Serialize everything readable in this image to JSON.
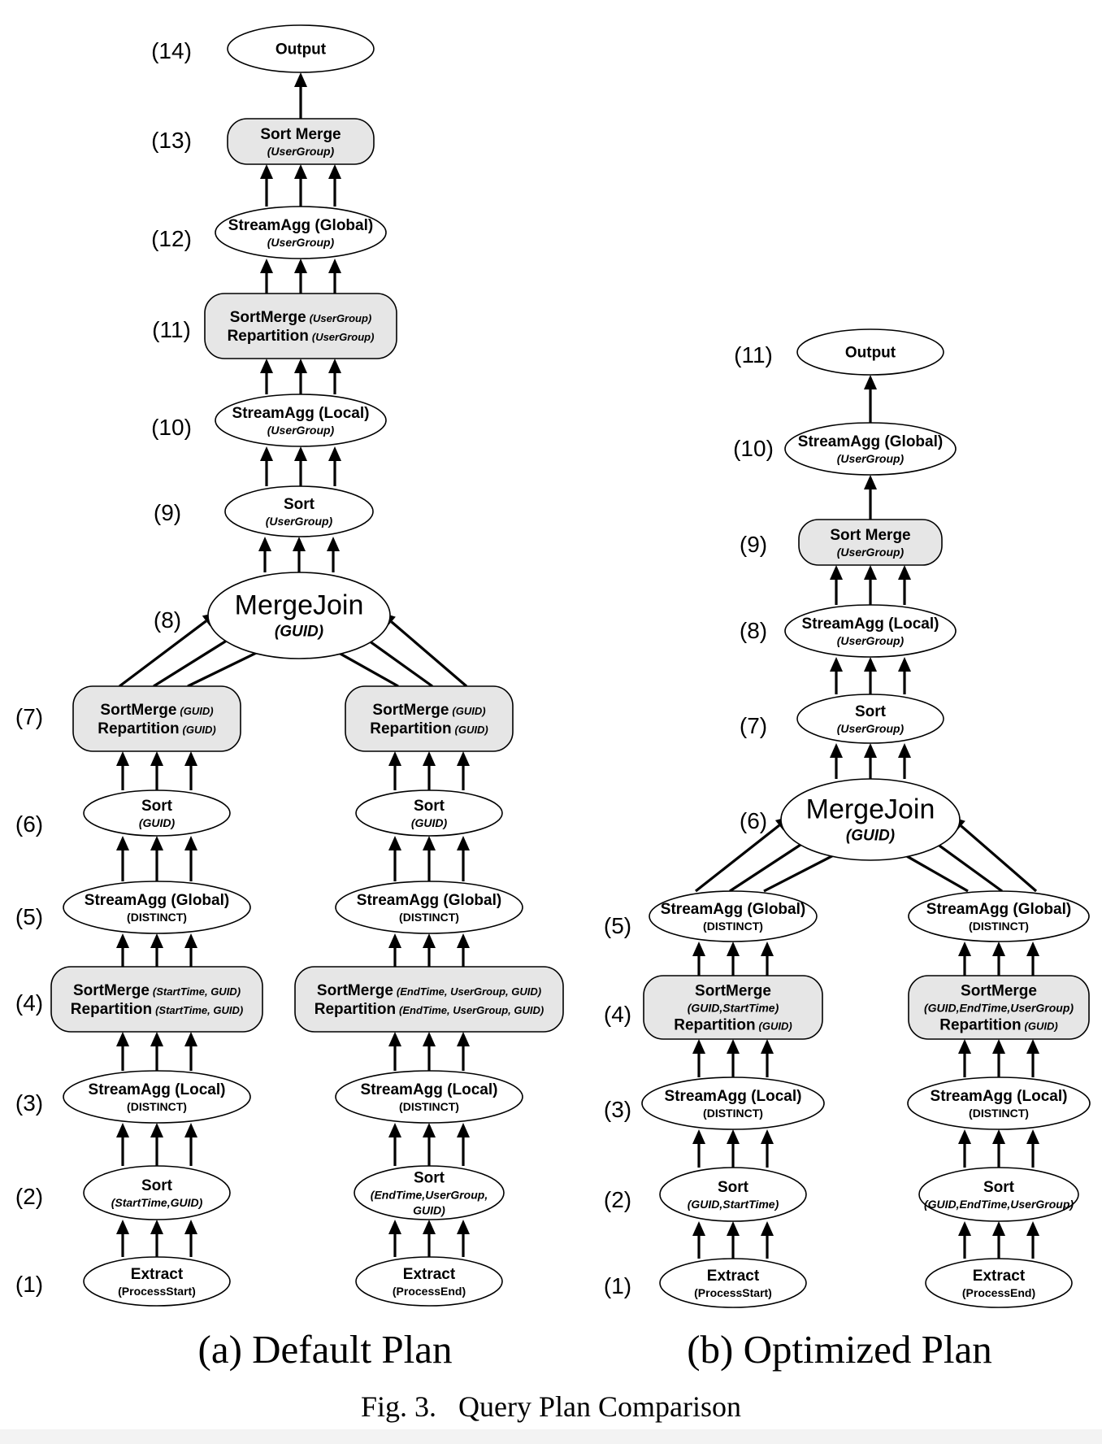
{
  "figure": {
    "caption": "Fig. 3.   Query Plan Comparison",
    "panels": [
      {
        "id": "a",
        "caption": "(a) Default Plan",
        "levels": [
          "(14)",
          "(13)",
          "(12)",
          "(11)",
          "(10)",
          "(9)",
          "(8)",
          "(7)",
          "(6)",
          "(5)",
          "(4)",
          "(3)",
          "(2)",
          "(1)"
        ],
        "nodes": [
          {
            "id": "a-output",
            "shape": "ellipse",
            "lines": [
              {
                "text": "Output",
                "style": "main"
              }
            ]
          },
          {
            "id": "a-sortmerge-top",
            "shape": "rect",
            "lines": [
              {
                "text": "Sort Merge",
                "style": "main"
              },
              {
                "text": "(UserGroup)",
                "style": "sub"
              }
            ]
          },
          {
            "id": "a-streamagg-global",
            "shape": "ellipse",
            "lines": [
              {
                "text": "StreamAgg (Global)",
                "style": "main"
              },
              {
                "text": "(UserGroup)",
                "style": "sub"
              }
            ]
          },
          {
            "id": "a-repartition-ug",
            "shape": "rect",
            "lines": [
              {
                "text": "SortMerge",
                "style": "main",
                "suffix": "(UserGroup)"
              },
              {
                "text": "Repartition",
                "style": "main",
                "suffix": "(UserGroup)"
              }
            ]
          },
          {
            "id": "a-streamagg-local",
            "shape": "ellipse",
            "lines": [
              {
                "text": "StreamAgg (Local)",
                "style": "main"
              },
              {
                "text": "(UserGroup)",
                "style": "sub"
              }
            ]
          },
          {
            "id": "a-sort-ug",
            "shape": "ellipse",
            "lines": [
              {
                "text": "Sort",
                "style": "main"
              },
              {
                "text": "(UserGroup)",
                "style": "sub"
              }
            ]
          },
          {
            "id": "a-mergejoin",
            "shape": "ellipse",
            "lines": [
              {
                "text": "MergeJoin",
                "style": "big"
              },
              {
                "text": "(GUID)",
                "style": "subbig"
              }
            ]
          },
          {
            "id": "a-l-repart",
            "shape": "rect",
            "lines": [
              {
                "text": "SortMerge",
                "style": "main",
                "suffix": "(GUID)"
              },
              {
                "text": "Repartition",
                "style": "main",
                "suffix": "(GUID)"
              }
            ]
          },
          {
            "id": "a-r-repart",
            "shape": "rect",
            "lines": [
              {
                "text": "SortMerge",
                "style": "main",
                "suffix": "(GUID)"
              },
              {
                "text": "Repartition",
                "style": "main",
                "suffix": "(GUID)"
              }
            ]
          },
          {
            "id": "a-l-sort-guid",
            "shape": "ellipse",
            "lines": [
              {
                "text": "Sort",
                "style": "main"
              },
              {
                "text": "(GUID)",
                "style": "sub"
              }
            ]
          },
          {
            "id": "a-r-sort-guid",
            "shape": "ellipse",
            "lines": [
              {
                "text": "Sort",
                "style": "main"
              },
              {
                "text": "(GUID)",
                "style": "sub"
              }
            ]
          },
          {
            "id": "a-l-sa-global",
            "shape": "ellipse",
            "lines": [
              {
                "text": "StreamAgg (Global)",
                "style": "main"
              },
              {
                "text": "(DISTINCT)",
                "style": "paren"
              }
            ]
          },
          {
            "id": "a-r-sa-global",
            "shape": "ellipse",
            "lines": [
              {
                "text": "StreamAgg (Global)",
                "style": "main"
              },
              {
                "text": "(DISTINCT)",
                "style": "paren"
              }
            ]
          },
          {
            "id": "a-l-sm4",
            "shape": "rect",
            "lines": [
              {
                "text": "SortMerge",
                "style": "main",
                "suffix": "(StartTime, GUID)"
              },
              {
                "text": "Repartition",
                "style": "main",
                "suffix": "(StartTime, GUID)"
              }
            ]
          },
          {
            "id": "a-r-sm4",
            "shape": "rect",
            "lines": [
              {
                "text": "SortMerge",
                "style": "main",
                "suffix": "(EndTime, UserGroup, GUID)"
              },
              {
                "text": "Repartition",
                "style": "main",
                "suffix": "(EndTime, UserGroup, GUID)"
              }
            ]
          },
          {
            "id": "a-l-sa-local",
            "shape": "ellipse",
            "lines": [
              {
                "text": "StreamAgg (Local)",
                "style": "main"
              },
              {
                "text": "(DISTINCT)",
                "style": "paren"
              }
            ]
          },
          {
            "id": "a-r-sa-local",
            "shape": "ellipse",
            "lines": [
              {
                "text": "StreamAgg (Local)",
                "style": "main"
              },
              {
                "text": "(DISTINCT)",
                "style": "paren"
              }
            ]
          },
          {
            "id": "a-l-sort2",
            "shape": "ellipse",
            "lines": [
              {
                "text": "Sort",
                "style": "main"
              },
              {
                "text": "(StartTime,GUID)",
                "style": "sub"
              }
            ]
          },
          {
            "id": "a-r-sort2",
            "shape": "ellipse",
            "lines": [
              {
                "text": "Sort",
                "style": "main"
              },
              {
                "text": "(EndTime,UserGroup,",
                "style": "sub"
              },
              {
                "text": "GUID)",
                "style": "sub"
              }
            ]
          },
          {
            "id": "a-l-extract",
            "shape": "ellipse",
            "lines": [
              {
                "text": "Extract",
                "style": "main"
              },
              {
                "text": "(ProcessStart)",
                "style": "paren"
              }
            ]
          },
          {
            "id": "a-r-extract",
            "shape": "ellipse",
            "lines": [
              {
                "text": "Extract",
                "style": "main"
              },
              {
                "text": "(ProcessEnd)",
                "style": "paren"
              }
            ]
          }
        ],
        "edges": [
          {
            "from": "a-sortmerge-top",
            "to": "a-output"
          },
          {
            "from": "a-streamagg-global",
            "to": "a-sortmerge-top"
          },
          {
            "from": "a-repartition-ug",
            "to": "a-streamagg-global"
          },
          {
            "from": "a-streamagg-local",
            "to": "a-repartition-ug"
          },
          {
            "from": "a-sort-ug",
            "to": "a-streamagg-local"
          },
          {
            "from": "a-mergejoin",
            "to": "a-sort-ug"
          },
          {
            "from": "a-l-repart",
            "to": "a-mergejoin"
          },
          {
            "from": "a-r-repart",
            "to": "a-mergejoin"
          },
          {
            "from": "a-l-sort-guid",
            "to": "a-l-repart"
          },
          {
            "from": "a-r-sort-guid",
            "to": "a-r-repart"
          },
          {
            "from": "a-l-sa-global",
            "to": "a-l-sort-guid"
          },
          {
            "from": "a-r-sa-global",
            "to": "a-r-sort-guid"
          },
          {
            "from": "a-l-sm4",
            "to": "a-l-sa-global"
          },
          {
            "from": "a-r-sm4",
            "to": "a-r-sa-global"
          },
          {
            "from": "a-l-sa-local",
            "to": "a-l-sm4"
          },
          {
            "from": "a-r-sa-local",
            "to": "a-r-sm4"
          },
          {
            "from": "a-l-sort2",
            "to": "a-l-sa-local"
          },
          {
            "from": "a-r-sort2",
            "to": "a-r-sa-local"
          },
          {
            "from": "a-l-extract",
            "to": "a-l-sort2"
          },
          {
            "from": "a-r-extract",
            "to": "a-r-sort2"
          }
        ]
      },
      {
        "id": "b",
        "caption": "(b) Optimized Plan",
        "levels": [
          "(11)",
          "(10)",
          "(9)",
          "(8)",
          "(7)",
          "(6)",
          "(5)",
          "(4)",
          "(3)",
          "(2)",
          "(1)"
        ],
        "nodes": [
          {
            "id": "b-output",
            "shape": "ellipse",
            "lines": [
              {
                "text": "Output",
                "style": "main"
              }
            ]
          },
          {
            "id": "b-streamagg-global",
            "shape": "ellipse",
            "lines": [
              {
                "text": "StreamAgg (Global)",
                "style": "main"
              },
              {
                "text": "(UserGroup)",
                "style": "sub"
              }
            ]
          },
          {
            "id": "b-sortmerge",
            "shape": "rect",
            "lines": [
              {
                "text": "Sort Merge",
                "style": "main"
              },
              {
                "text": "(UserGroup)",
                "style": "sub"
              }
            ]
          },
          {
            "id": "b-streamagg-local",
            "shape": "ellipse",
            "lines": [
              {
                "text": "StreamAgg (Local)",
                "style": "main"
              },
              {
                "text": "(UserGroup)",
                "style": "sub"
              }
            ]
          },
          {
            "id": "b-sort-ug",
            "shape": "ellipse",
            "lines": [
              {
                "text": "Sort",
                "style": "main"
              },
              {
                "text": "(UserGroup)",
                "style": "sub"
              }
            ]
          },
          {
            "id": "b-mergejoin",
            "shape": "ellipse",
            "lines": [
              {
                "text": "MergeJoin",
                "style": "big"
              },
              {
                "text": "(GUID)",
                "style": "subbig"
              }
            ]
          },
          {
            "id": "b-l-sa-global",
            "shape": "ellipse",
            "lines": [
              {
                "text": "StreamAgg (Global)",
                "style": "main"
              },
              {
                "text": "(DISTINCT)",
                "style": "paren"
              }
            ]
          },
          {
            "id": "b-r-sa-global",
            "shape": "ellipse",
            "lines": [
              {
                "text": "StreamAgg (Global)",
                "style": "main"
              },
              {
                "text": "(DISTINCT)",
                "style": "paren"
              }
            ]
          },
          {
            "id": "b-l-sm4",
            "shape": "rect",
            "lines": [
              {
                "text": "SortMerge",
                "style": "main"
              },
              {
                "text": "(GUID,StartTime)",
                "style": "sub"
              },
              {
                "text": "Repartition",
                "style": "main",
                "suffix": "(GUID)"
              }
            ]
          },
          {
            "id": "b-r-sm4",
            "shape": "rect",
            "lines": [
              {
                "text": "SortMerge",
                "style": "main"
              },
              {
                "text": "(GUID,EndTime,UserGroup)",
                "style": "sub"
              },
              {
                "text": "Repartition",
                "style": "main",
                "suffix": "(GUID)"
              }
            ]
          },
          {
            "id": "b-l-sa-local",
            "shape": "ellipse",
            "lines": [
              {
                "text": "StreamAgg (Local)",
                "style": "main"
              },
              {
                "text": "(DISTINCT)",
                "style": "paren"
              }
            ]
          },
          {
            "id": "b-r-sa-local",
            "shape": "ellipse",
            "lines": [
              {
                "text": "StreamAgg (Local)",
                "style": "main"
              },
              {
                "text": "(DISTINCT)",
                "style": "paren"
              }
            ]
          },
          {
            "id": "b-l-sort2",
            "shape": "ellipse",
            "lines": [
              {
                "text": "Sort",
                "style": "main"
              },
              {
                "text": "(GUID,StartTime)",
                "style": "sub"
              }
            ]
          },
          {
            "id": "b-r-sort2",
            "shape": "ellipse",
            "lines": [
              {
                "text": "Sort",
                "style": "main"
              },
              {
                "text": "(GUID,EndTime,UserGroup)",
                "style": "sub"
              }
            ]
          },
          {
            "id": "b-l-extract",
            "shape": "ellipse",
            "lines": [
              {
                "text": "Extract",
                "style": "main"
              },
              {
                "text": "(ProcessStart)",
                "style": "paren"
              }
            ]
          },
          {
            "id": "b-r-extract",
            "shape": "ellipse",
            "lines": [
              {
                "text": "Extract",
                "style": "main"
              },
              {
                "text": "(ProcessEnd)",
                "style": "paren"
              }
            ]
          }
        ],
        "edges": [
          {
            "from": "b-streamagg-global",
            "to": "b-output"
          },
          {
            "from": "b-sortmerge",
            "to": "b-streamagg-global"
          },
          {
            "from": "b-streamagg-local",
            "to": "b-sortmerge"
          },
          {
            "from": "b-sort-ug",
            "to": "b-streamagg-local"
          },
          {
            "from": "b-mergejoin",
            "to": "b-sort-ug"
          },
          {
            "from": "b-l-sa-global",
            "to": "b-mergejoin"
          },
          {
            "from": "b-r-sa-global",
            "to": "b-mergejoin"
          },
          {
            "from": "b-l-sm4",
            "to": "b-l-sa-global"
          },
          {
            "from": "b-r-sm4",
            "to": "b-r-sa-global"
          },
          {
            "from": "b-l-sa-local",
            "to": "b-l-sm4"
          },
          {
            "from": "b-r-sa-local",
            "to": "b-r-sm4"
          },
          {
            "from": "b-l-sort2",
            "to": "b-l-sa-local"
          },
          {
            "from": "b-r-sort2",
            "to": "b-r-sa-local"
          },
          {
            "from": "b-l-extract",
            "to": "b-l-sort2"
          },
          {
            "from": "b-r-extract",
            "to": "b-r-sort2"
          }
        ]
      }
    ]
  }
}
